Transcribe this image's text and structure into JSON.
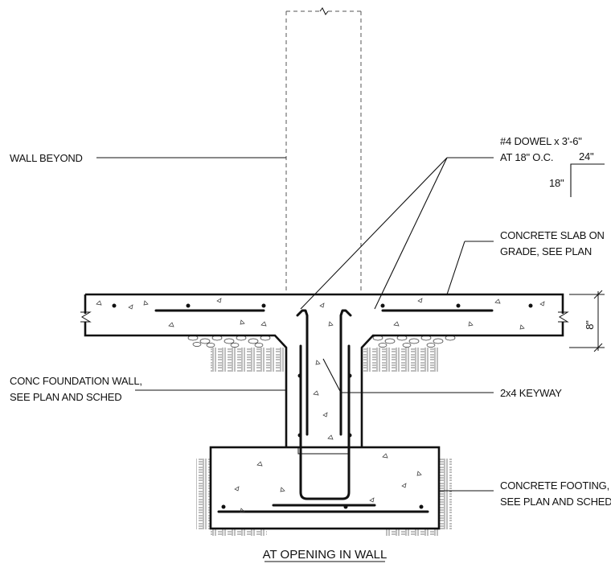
{
  "labels": {
    "wall_beyond": "WALL BEYOND",
    "dowel_line1": "#4 DOWEL x 3'-6\"",
    "dowel_line2": "AT 18\" O.C.",
    "dim_24": "24\"",
    "dim_18": "18\"",
    "slab_line1": "CONCRETE SLAB ON",
    "slab_line2": "GRADE, SEE PLAN",
    "dim_8": "8\"",
    "foundation_line1": "CONC FOUNDATION WALL,",
    "foundation_line2": "SEE PLAN AND SCHED",
    "keyway": "2x4 KEYWAY",
    "footing_line1": "CONCRETE FOOTING,",
    "footing_line2": "SEE PLAN AND SCHED"
  },
  "title": "AT OPENING IN WALL"
}
